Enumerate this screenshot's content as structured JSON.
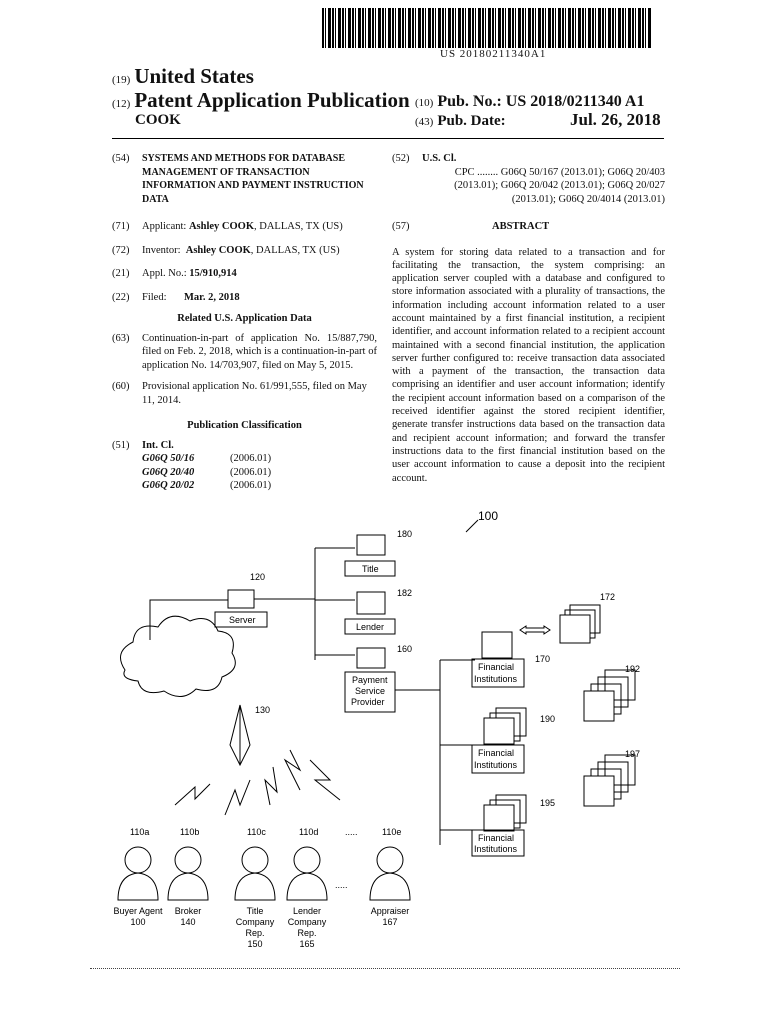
{
  "header": {
    "pub_number_barcode": "US 20180211340A1",
    "country_code": "(19)",
    "country": "United States",
    "type_code": "(12)",
    "type": "Patent Application Publication",
    "inventor_surname": "COOK",
    "pub_no_code": "(10)",
    "pub_no_label": "Pub. No.:",
    "pub_no": "US 2018/0211340 A1",
    "pub_date_code": "(43)",
    "pub_date_label": "Pub. Date:",
    "pub_date": "Jul. 26, 2018"
  },
  "left": {
    "title_code": "(54)",
    "title": "SYSTEMS AND METHODS FOR DATABASE MANAGEMENT OF TRANSACTION INFORMATION AND PAYMENT INSTRUCTION DATA",
    "applicant_code": "(71)",
    "applicant_label": "Applicant:",
    "applicant_name": "Ashley COOK",
    "applicant_loc": ", DALLAS, TX (US)",
    "inventor_code": "(72)",
    "inventor_label": "Inventor:",
    "inventor_name": "Ashley COOK",
    "inventor_loc": ", DALLAS, TX (US)",
    "appl_code": "(21)",
    "appl_label": "Appl. No.:",
    "appl_no": "15/910,914",
    "filed_code": "(22)",
    "filed_label": "Filed:",
    "filed_date": "Mar. 2, 2018",
    "related_heading": "Related U.S. Application Data",
    "cip_code": "(63)",
    "cip_text": "Continuation-in-part of application No. 15/887,790, filed on Feb. 2, 2018, which is a continuation-in-part of application No. 14/703,907, filed on May 5, 2015.",
    "prov_code": "(60)",
    "prov_text": "Provisional application No. 61/991,555, filed on May 11, 2014.",
    "class_heading": "Publication Classification",
    "intcl_code": "(51)",
    "intcl_label": "Int. Cl.",
    "intcl": [
      {
        "code": "G06Q 50/16",
        "ver": "(2006.01)"
      },
      {
        "code": "G06Q 20/40",
        "ver": "(2006.01)"
      },
      {
        "code": "G06Q 20/02",
        "ver": "(2006.01)"
      }
    ]
  },
  "right": {
    "uscl_code": "(52)",
    "uscl_label": "U.S. Cl.",
    "cpc": "CPC ........ G06Q 50/167 (2013.01); G06Q 20/403 (2013.01); G06Q 20/042 (2013.01); G06Q 20/027 (2013.01); G06Q 20/4014 (2013.01)",
    "abstract_code": "(57)",
    "abstract_heading": "ABSTRACT",
    "abstract": "A system for storing data related to a transaction and for facilitating the transaction, the system comprising: an application server coupled with a database and configured to store information associated with a plurality of transactions, the information including account information related to a user account maintained by a first financial institution, a recipient identifier, and account information related to a recipient account maintained with a second financial institution, the application server further configured to: receive transaction data associated with a payment of the transaction, the transaction data comprising an identifier and user account information; identify the recipient account information based on a comparison of the received identifier against the stored recipient identifier, generate transfer instructions data based on the transaction data and recipient account information; and forward the transfer instructions data to the first financial institution based on the user account information to cause a deposit into the recipient account."
  },
  "figure": {
    "ref_system": "100",
    "ref_server": "120",
    "server": "Server",
    "ref_tower": "130",
    "ref_title": "180",
    "title": "Title",
    "ref_lender": "182",
    "lender": "Lender",
    "ref_psp": "160",
    "psp": [
      "Payment",
      "Service",
      "Provider"
    ],
    "fi": "Financial",
    "fi2": "Institutions",
    "ref_fi1": "170",
    "ref_stack1": "172",
    "ref_fi2": "190",
    "ref_stack2": "192",
    "ref_fi3": "195",
    "ref_stack3": "197",
    "users": [
      {
        "ref": "110a",
        "label": [
          "Buyer Agent",
          "100"
        ]
      },
      {
        "ref": "110b",
        "label": [
          "Broker",
          "140"
        ]
      },
      {
        "ref": "110c",
        "label": [
          "Title",
          "Company",
          "Rep.",
          "150"
        ]
      },
      {
        "ref": "110d",
        "label": [
          "Lender",
          "Company",
          "Rep.",
          "165"
        ]
      },
      {
        "ref": "110e",
        "label": [
          "Appraiser",
          "167"
        ]
      }
    ],
    "ellipsis": "....."
  }
}
